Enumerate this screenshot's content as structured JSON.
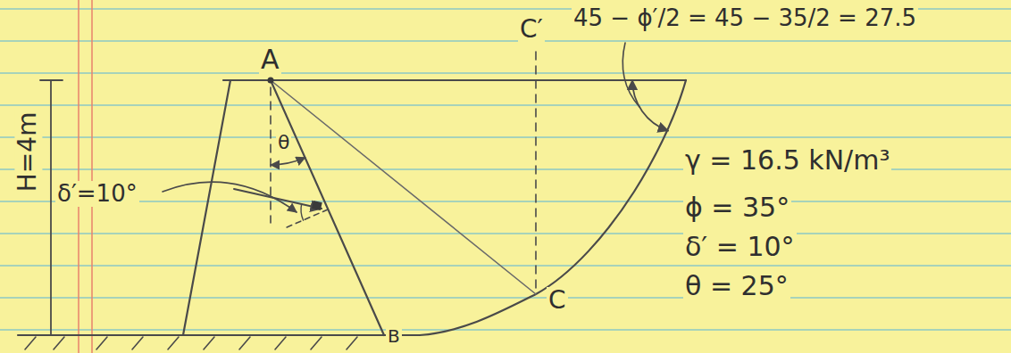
{
  "diagram": {
    "labels": [
      "A",
      "C′",
      "45 − ϕ′/2 = 45 − 35/2 = 27.5",
      "H=4m",
      "θ",
      "δ′=10°",
      "C",
      "B",
      "γ = 16.5 kN/m³",
      "ϕ = 35°",
      "δ′ = 10°",
      "θ = 25°"
    ]
  }
}
